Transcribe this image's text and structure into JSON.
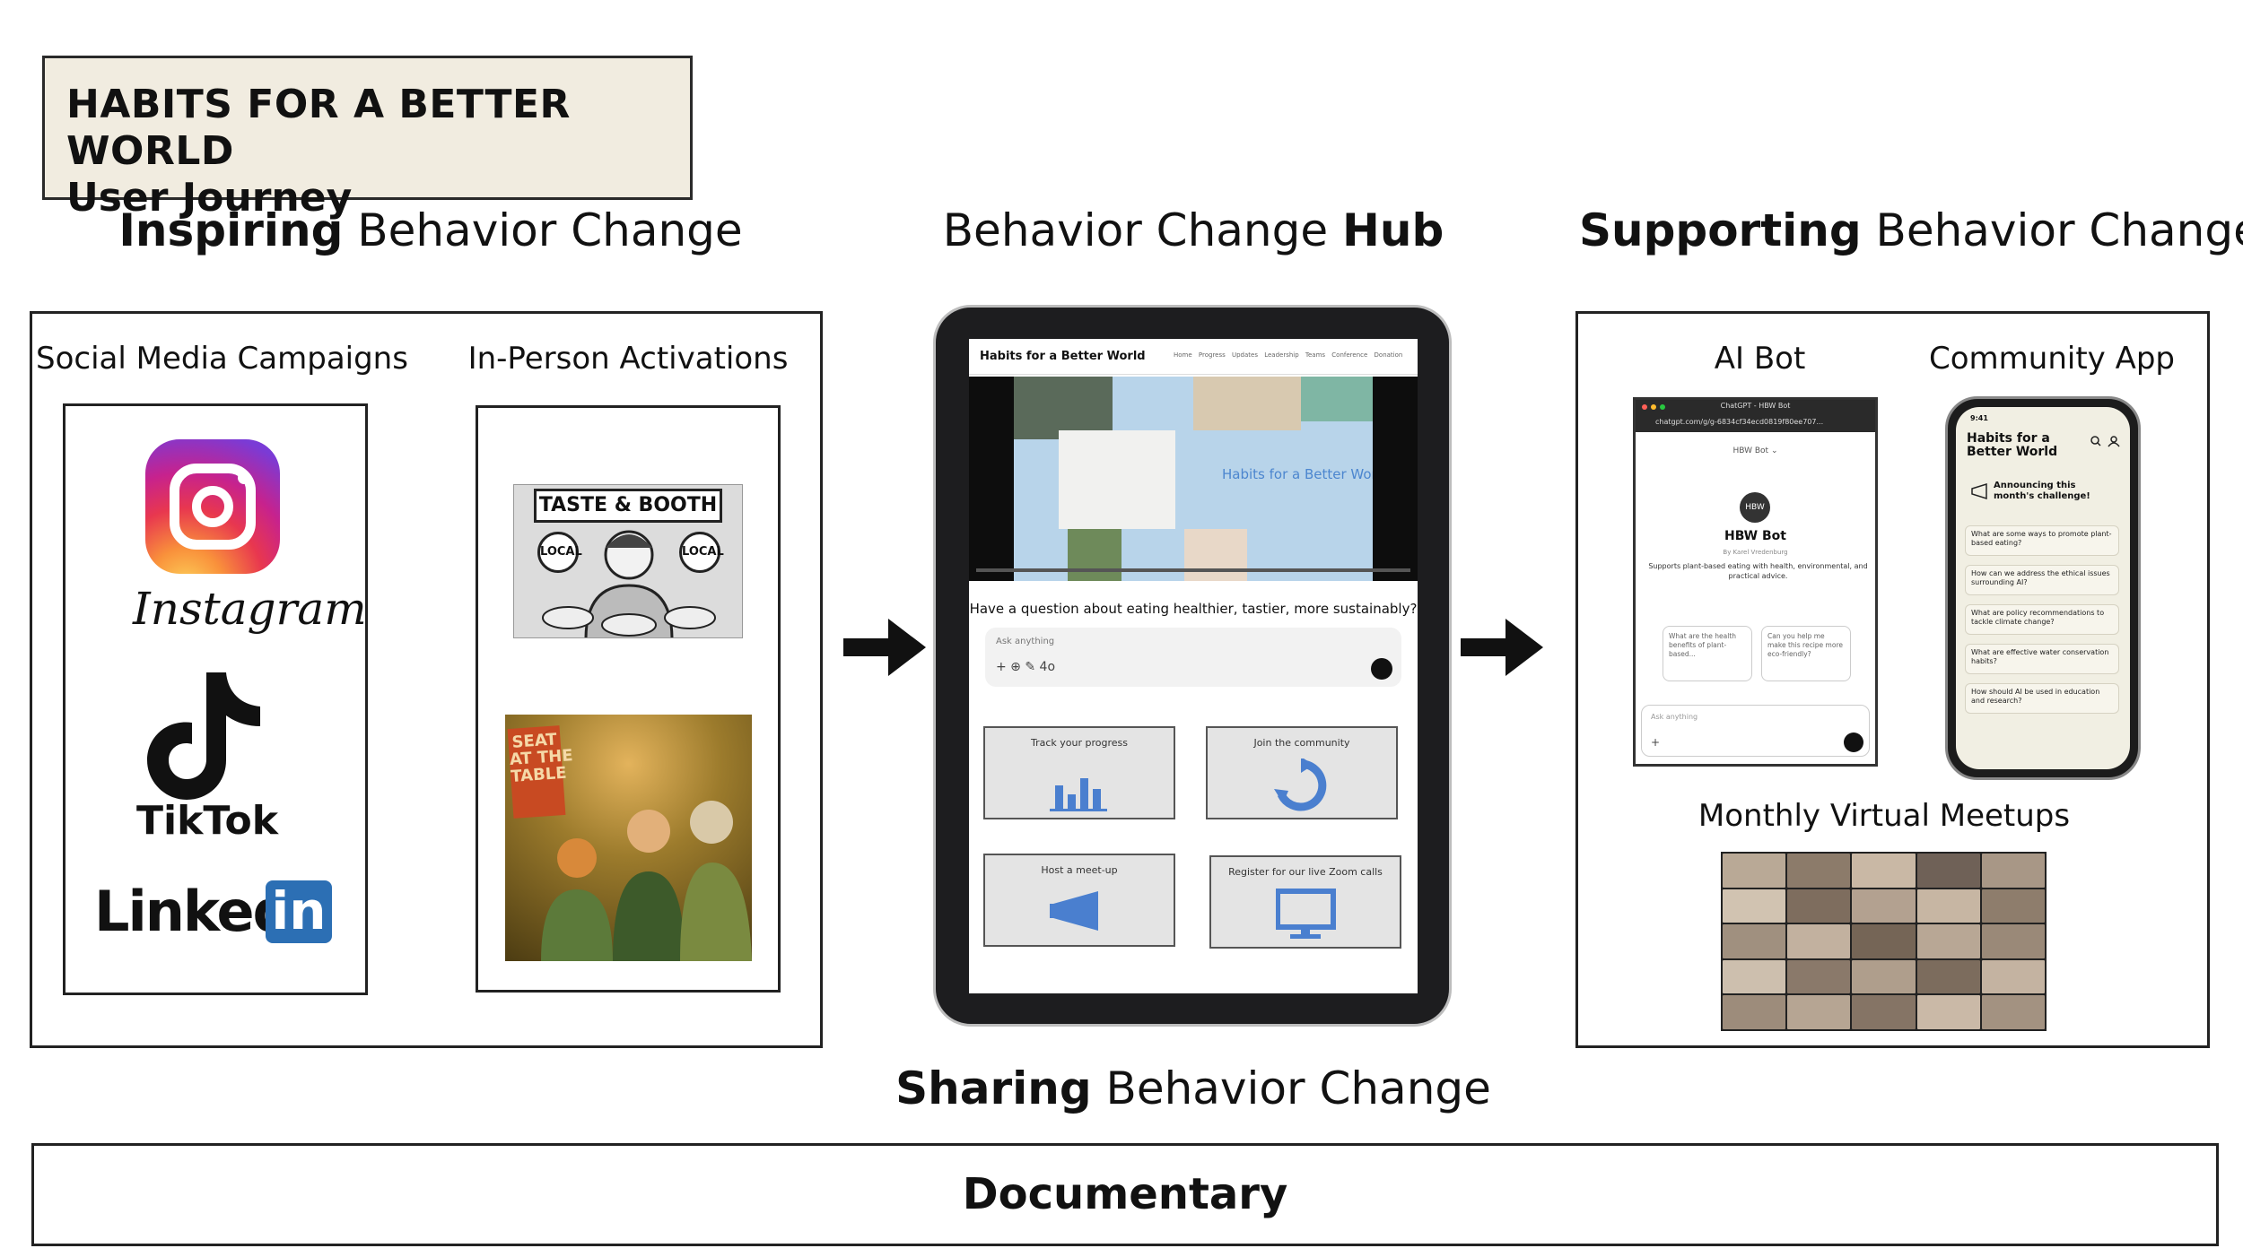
{
  "title_box": {
    "line1": "HABITS FOR A BETTER WORLD",
    "line2": "User Journey"
  },
  "inspiring": {
    "heading_bold": "Inspiring",
    "heading_rest": " Behavior Change",
    "social_label": "Social Media Campaigns",
    "inperson_label": "In-Person Activations",
    "instagram": "Instagram",
    "tiktok": "TikTok",
    "linkedin_word": "Linked",
    "linkedin_in": "in",
    "taste_booth": "TASTE & BOOTH",
    "local": "LOCAL",
    "seat_sign": "SEAT\nAT THE\nTABLE"
  },
  "hub": {
    "heading_rest": "Behavior Change ",
    "heading_bold": "Hub",
    "site_name": "Habits for a Better World",
    "nav": "Home Progress Updates Leadership Teams Conference Donation",
    "video_title": "Habits for a Better World",
    "question": "Have a question about eating healthier, tastier, more sustainably?",
    "ask_placeholder": "Ask anything",
    "ask_tools": "+ ⊕ ✎ 4o",
    "cards": [
      {
        "label": "Track your progress",
        "icon": "bar-chart-icon"
      },
      {
        "label": "Join the community",
        "icon": "recycle-icon"
      },
      {
        "label": "Host a meet-up",
        "icon": "megaphone-icon"
      },
      {
        "label": "Register for our live Zoom calls",
        "icon": "monitor-icon"
      }
    ]
  },
  "sharing": {
    "heading_bold": "Sharing",
    "heading_rest": " Behavior Change"
  },
  "supporting": {
    "heading_bold": "Supporting",
    "heading_rest": " Behavior Change",
    "ai_bot_label": "AI Bot",
    "community_label": "Community App",
    "meetups_label": "Monthly Virtual Meetups",
    "bot": {
      "window_title": "ChatGPT - HBW Bot",
      "url": "chatgpt.com/g/g-6834cf34ecd0819f80ee707...",
      "header": "HBW Bot ⌄",
      "avatar_text": "HBW",
      "name": "HBW Bot",
      "by": "By Karel Vredenburg",
      "description": "Supports plant-based eating with health, environmental, and practical advice.",
      "suggestions": [
        "What are the health benefits of plant-based...",
        "Can you help me make this recipe more eco-friendly?"
      ],
      "input_placeholder": "Ask anything"
    },
    "app": {
      "time": "9:41",
      "title": "Habits for a\nBetter World",
      "announcement": "Announcing this month's challenge!",
      "questions": [
        "What are some ways to promote plant-based eating?",
        "How can we address the ethical issues surrounding AI?",
        "What are policy recommendations to tackle climate change?",
        "What are effective water conservation habits?",
        "How should AI be used in education and research?"
      ]
    }
  },
  "documentary": "Documentary",
  "colors": {
    "title_bg": "#f1ece0",
    "linkedin": "#2c6fb4",
    "accent_blue": "#4c86cf"
  }
}
